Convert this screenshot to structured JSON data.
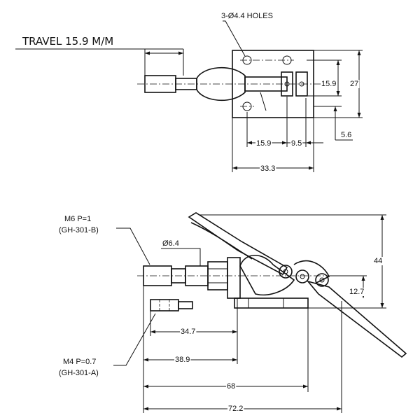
{
  "travel": "TRAVEL  15.9  M/M",
  "top_view": {
    "holes": "3-Ø4.4 HOLES",
    "dim_15_9_v": "15.9",
    "dim_27": "27",
    "dim_5_6": "5.6",
    "dim_15_9_h": "15.9",
    "dim_9_5": "9.5",
    "dim_33_3": "33.3"
  },
  "side_view": {
    "m6_thread": "M6 P=1",
    "m6_part": "(GH-301-B)",
    "dia_6_4": "Ø6.4",
    "dim_44": "44",
    "dim_12_7": "12.7",
    "dim_34_7": "34.7",
    "dim_38_9": "38.9",
    "m4_thread": "M4 P=0.7",
    "m4_part": "(GH-301-A)",
    "dim_68": "68",
    "dim_72_2": "72.2"
  }
}
